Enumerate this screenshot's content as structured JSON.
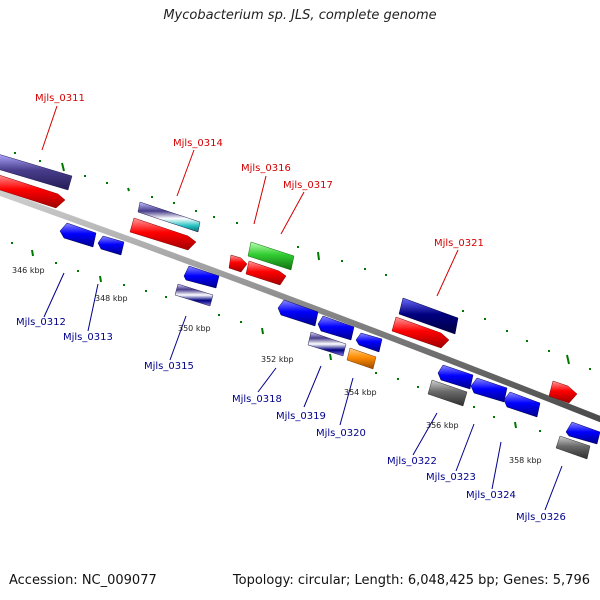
{
  "title": "Mycobacterium sp. JLS, complete genome",
  "footer": {
    "accession": "Accession: NC_009077",
    "stats": "Topology: circular; Length: 6,048,425 bp; Genes: 5,796"
  },
  "colors": {
    "red": "#ff0000",
    "blue": "#0000ff",
    "navy": "#000080",
    "slate": "#483d8b",
    "cyan": "#20b2aa",
    "green": "#32cd32",
    "orange": "#ff8c00",
    "gray": "#696969",
    "backbone": "#8a8a8a",
    "tick": "#007700",
    "label_top": "#d40000",
    "label_bottom": "#00008b"
  },
  "kbp_labels": [
    "346 kbp",
    "348 kbp",
    "350 kbp",
    "352 kbp",
    "354 kbp",
    "356 kbp",
    "358 kbp"
  ],
  "gene_labels_top": [
    "Mjls_0311",
    "Mjls_0314",
    "Mjls_0316",
    "Mjls_0317",
    "Mjls_0321"
  ],
  "gene_labels_bottom": [
    "Mjls_0312",
    "Mjls_0313",
    "Mjls_0315",
    "Mjls_0318",
    "Mjls_0319",
    "Mjls_0320",
    "Mjls_0322",
    "Mjls_0323",
    "Mjls_0324",
    "Mjls_0326"
  ]
}
